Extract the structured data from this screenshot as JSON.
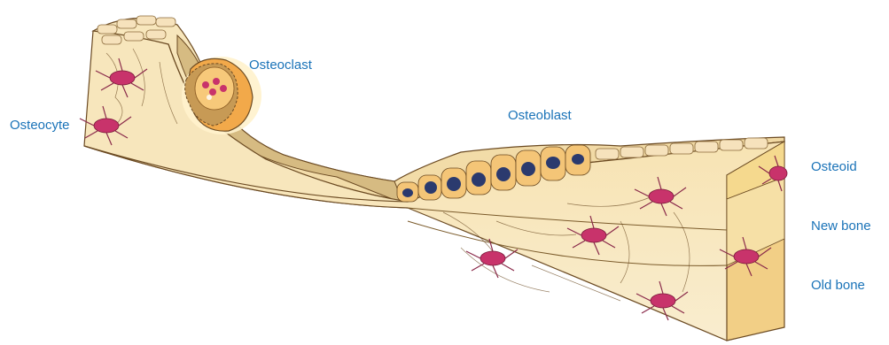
{
  "labels": {
    "osteocyte": "Osteocyte",
    "osteoclast": "Osteoclast",
    "osteoblast": "Osteoblast",
    "osteoid": "Osteoid",
    "new_bone": "New bone",
    "old_bone": "Old bone"
  },
  "colors": {
    "label_text": "#1a73b8",
    "bone_top": "#f6e4b4",
    "bone_side": "#f9ecc8",
    "bone_front": "#f3d79a",
    "cavity": "#d9c08a",
    "osteocyte": "#c8336b",
    "osteoblast_nucleus": "#2b3a6e",
    "osteoblast_cell": "#f4c577",
    "osteoclast": "#f2a94a",
    "outline": "#5a3a1a"
  },
  "icons": {
    "osteocyte": "star-shaped-cell-icon",
    "osteoblast": "nucleated-cell-icon",
    "osteoclast": "multinucleated-cell-icon"
  }
}
